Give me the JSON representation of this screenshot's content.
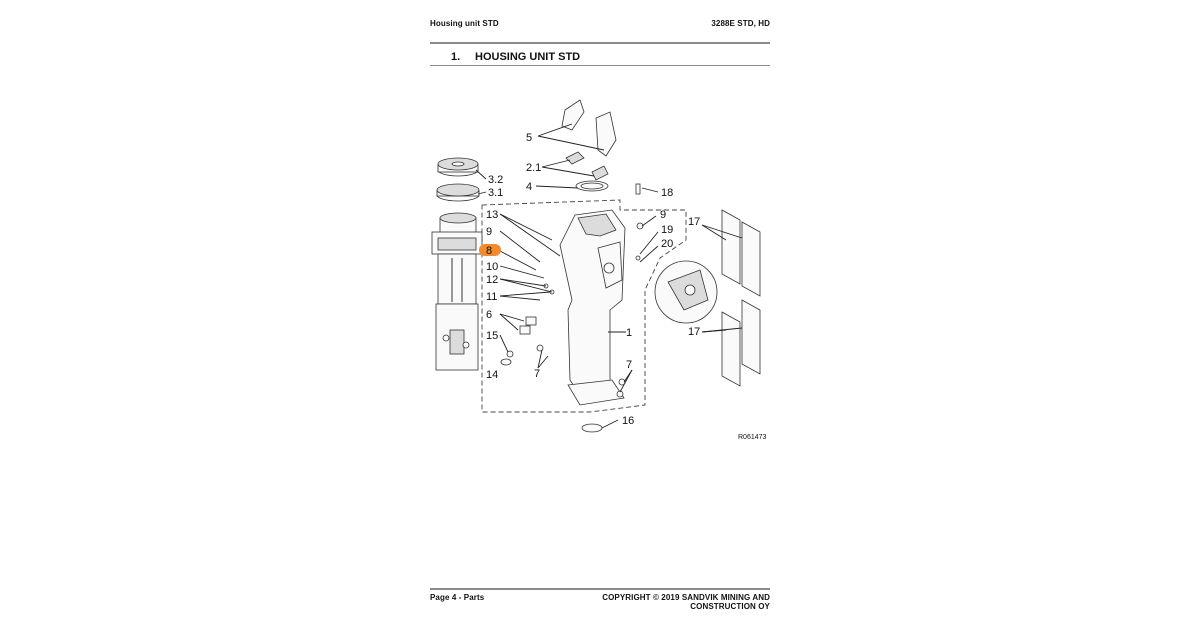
{
  "header": {
    "left": "Housing unit STD",
    "right": "3288E STD, HD"
  },
  "section": {
    "number": "1.",
    "title": "HOUSING UNIT STD"
  },
  "diagram": {
    "labels": {
      "l5": "5",
      "l21": "2.1",
      "l4": "4",
      "l32": "3.2",
      "l31": "3.1",
      "l18": "18",
      "l13": "13",
      "l9a": "9",
      "l8": "8",
      "l10": "10",
      "l12": "12",
      "l11": "11",
      "l6": "6",
      "l15": "15",
      "l14": "14",
      "l7a": "7",
      "l7b": "7",
      "l1": "1",
      "l16": "16",
      "l9b": "9",
      "l19": "19",
      "l20": "20",
      "l17a": "17",
      "l17b": "17"
    },
    "ref": "R061473",
    "highlight_color": "#f28a2e"
  },
  "footer": {
    "left": "Page 4 - Parts",
    "right": "COPYRIGHT © 2019 SANDVIK MINING AND CONSTRUCTION OY"
  }
}
